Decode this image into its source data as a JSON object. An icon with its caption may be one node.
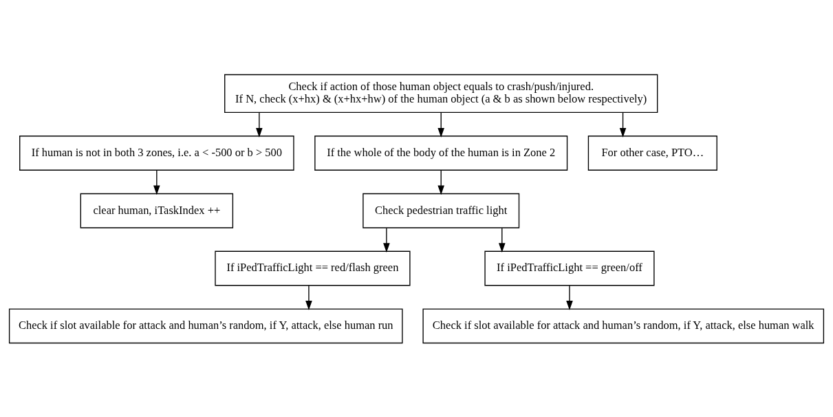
{
  "diagram": {
    "nodes": [
      {
        "text": [
          "Check if action of those human object equals to crash/push/injured.",
          "If N, check (x+hx) & (x+hx+hw) of the human object (a & b as shown below respectively)"
        ]
      },
      {
        "text": [
          "If human is not in both 3 zones, i.e. a < -500 or b > 500"
        ]
      },
      {
        "text": [
          "clear human, iTaskIndex ++"
        ]
      },
      {
        "text": [
          "If the whole of the body of the human is in Zone 2"
        ]
      },
      {
        "text": [
          "Check pedestrian traffic light"
        ]
      },
      {
        "text": [
          "If iPedTrafficLight == red/flash green"
        ]
      },
      {
        "text": [
          "If iPedTrafficLight == green/off"
        ]
      },
      {
        "text": [
          "Check if slot available for attack and human’s random, if Y, attack, else human run"
        ]
      },
      {
        "text": [
          "For other case, PTO…"
        ]
      },
      {
        "text": [
          "Check if slot available for attack and human’s random, if Y, attack, else human walk"
        ]
      }
    ],
    "edges": [
      {
        "from": 0,
        "to": 1,
        "arrow": "to"
      },
      {
        "from": 0,
        "to": 3,
        "arrow": "to"
      },
      {
        "from": 0,
        "to": 8,
        "arrow": "to"
      },
      {
        "from": 1,
        "to": 2,
        "arrow": "to"
      },
      {
        "from": 3,
        "to": 4,
        "arrow": "to"
      },
      {
        "from": 4,
        "to": 5,
        "arrow": "to"
      },
      {
        "from": 4,
        "to": 6,
        "arrow": "to"
      },
      {
        "from": 5,
        "to": 7,
        "arrow": "to"
      },
      {
        "from": 6,
        "to": 9,
        "arrow": "to"
      }
    ]
  }
}
